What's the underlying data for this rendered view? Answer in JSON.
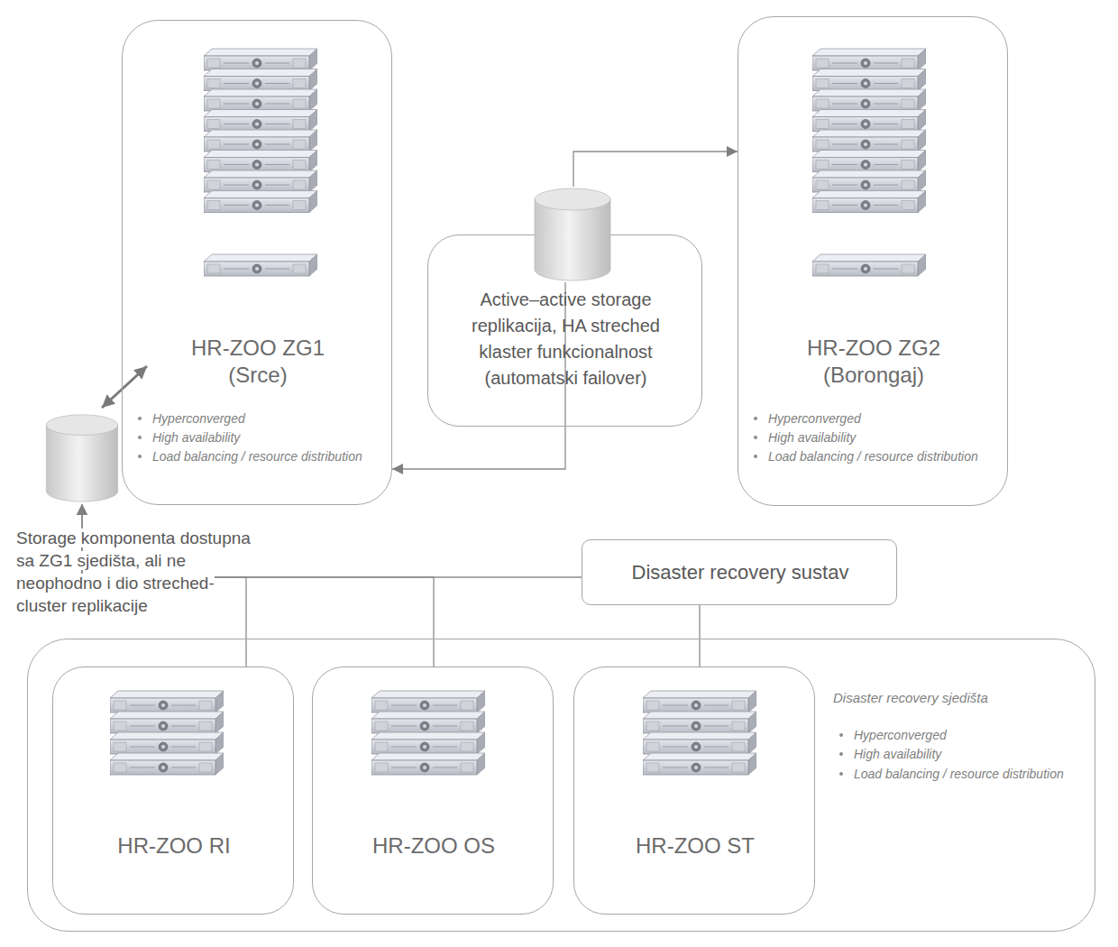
{
  "diagram": {
    "nodes": [
      {
        "text": [
          "HR-ZOO ZG1 (Srce)",
          "Hyperconverged",
          "High availability",
          "Load balancing / resource distribution"
        ]
      },
      {
        "text": [
          "Active–active storage replikacija, HA streched klaster funkcionalnost (automatski failover)"
        ]
      },
      {
        "text": [
          "HR-ZOO ZG2 (Borongaj)",
          "Hyperconverged",
          "High availability",
          "Load balancing / resource distribution"
        ]
      },
      {
        "text": [
          "Storage komponenta dostupna sa ZG1 sjedišta, ali ne neophodno i dio streched-cluster replikacije"
        ]
      },
      {
        "text": [
          "Disaster recovery sustav"
        ]
      },
      {
        "text": [
          "Disaster recovery sjedišta",
          "Hyperconverged",
          "High availability",
          "Load balancing / resource distribution"
        ]
      },
      {
        "text": [
          "HR-ZOO RI"
        ],
        "in": 5
      },
      {
        "text": [
          "HR-ZOO OS"
        ],
        "in": 5
      },
      {
        "text": [
          "HR-ZOO ST"
        ],
        "in": 5
      }
    ],
    "edges": [
      {
        "from": 3,
        "to": 0,
        "arrow": "both"
      },
      {
        "from": 1,
        "to": 2,
        "arrow": "to"
      },
      {
        "from": 1,
        "to": 0,
        "arrow": "to"
      },
      {
        "from": 4,
        "to": 3,
        "arrow": "to"
      },
      {
        "from": 6,
        "to": 3,
        "arrow": "to"
      },
      {
        "from": 7,
        "to": 3,
        "arrow": "to"
      },
      {
        "from": 8,
        "to": 4,
        "arrow": "none"
      }
    ]
  }
}
